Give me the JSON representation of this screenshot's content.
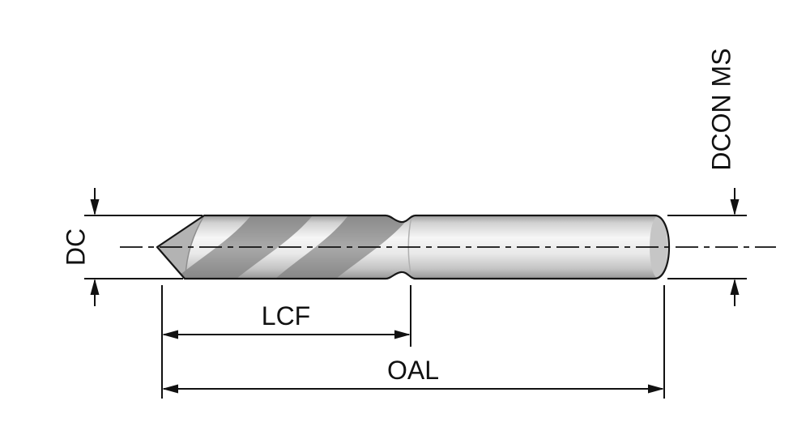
{
  "diagram": {
    "labels": {
      "dc": "DC",
      "dcon_ms": "DCON MS",
      "lcf": "LCF",
      "oal": "OAL"
    },
    "colors": {
      "background": "#ffffff",
      "line": "#111111",
      "body_light": "#f6f6f6",
      "body_shade": "#9e9e9e",
      "flute_shade": "#9c9c9c"
    }
  }
}
